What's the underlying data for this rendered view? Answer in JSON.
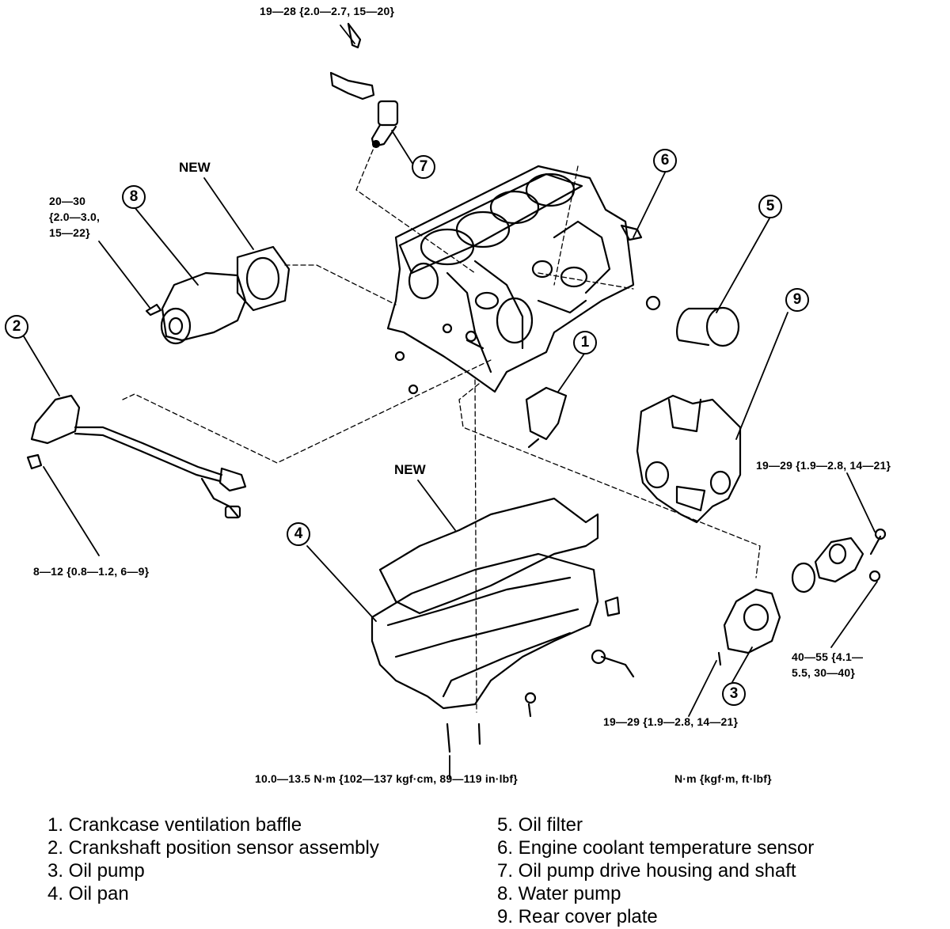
{
  "torque_specs": {
    "sensor_bolt": "19—28 {2.0—2.7, 15—20}",
    "water_pump_bolt": [
      "20—30",
      "{2.0—3.0,",
      "15—22}"
    ],
    "crank_sensor_bolt": "8—12 {0.8—1.2, 6—9}",
    "oil_pump_upper": "19—29 {1.9—2.8, 14—21}",
    "oil_pump_nut": [
      "40—55 {4.1—",
      "5.5, 30—40}"
    ],
    "oil_pump_lower": "19—29 {1.9—2.8, 14—21}",
    "oil_pan_bolts": "10.0—13.5 N·m {102—137 kgf·cm, 89—119 in·lbf}",
    "units": "N·m {kgf·m, ft·lbf}"
  },
  "new_labels": {
    "water_pump_gasket": "NEW",
    "oil_pan_gasket": "NEW"
  },
  "callouts": [
    "1",
    "2",
    "3",
    "4",
    "5",
    "6",
    "7",
    "8",
    "9"
  ],
  "legend": {
    "left": [
      "1. Crankcase ventilation baffle",
      "2. Crankshaft position sensor assembly",
      "3. Oil pump",
      "4. Oil pan"
    ],
    "right": [
      "5. Oil filter",
      "6. Engine coolant temperature sensor",
      "7. Oil pump drive housing and shaft",
      "8. Water pump",
      "9. Rear cover plate"
    ]
  }
}
